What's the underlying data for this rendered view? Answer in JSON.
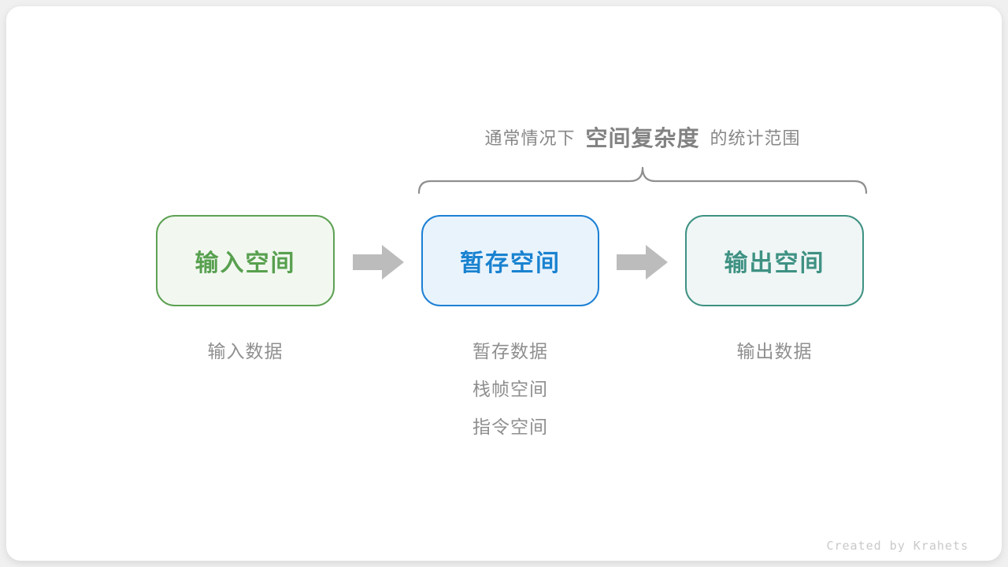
{
  "annotation": {
    "prefix": "通常情况下",
    "highlight": "空间复杂度",
    "suffix": "的统计范围"
  },
  "boxes": [
    {
      "id": "input-space",
      "label": "输入空间",
      "border": "#5da153",
      "fill": "#f2f8f0",
      "text": "#58a04f"
    },
    {
      "id": "temp-space",
      "label": "暂存空间",
      "border": "#1c80d4",
      "fill": "#e9f3fc",
      "text": "#1982d0"
    },
    {
      "id": "output-space",
      "label": "输出空间",
      "border": "#3e9183",
      "fill": "#eff6f5",
      "text": "#3e9183"
    }
  ],
  "captions": {
    "input": [
      "输入数据"
    ],
    "temp": [
      "暂存数据",
      "栈帧空间",
      "指令空间"
    ],
    "output": [
      "输出数据"
    ]
  },
  "credit": "Created by Krahets",
  "colors": {
    "page_background": "#f0f0f0",
    "card_background": "#ffffff",
    "annotation_text": "#878787",
    "brace": "#8f8f8f",
    "arrow": "#bcbcbc",
    "caption_text": "#8f8f8f",
    "credit_text": "#c9c9c9"
  }
}
